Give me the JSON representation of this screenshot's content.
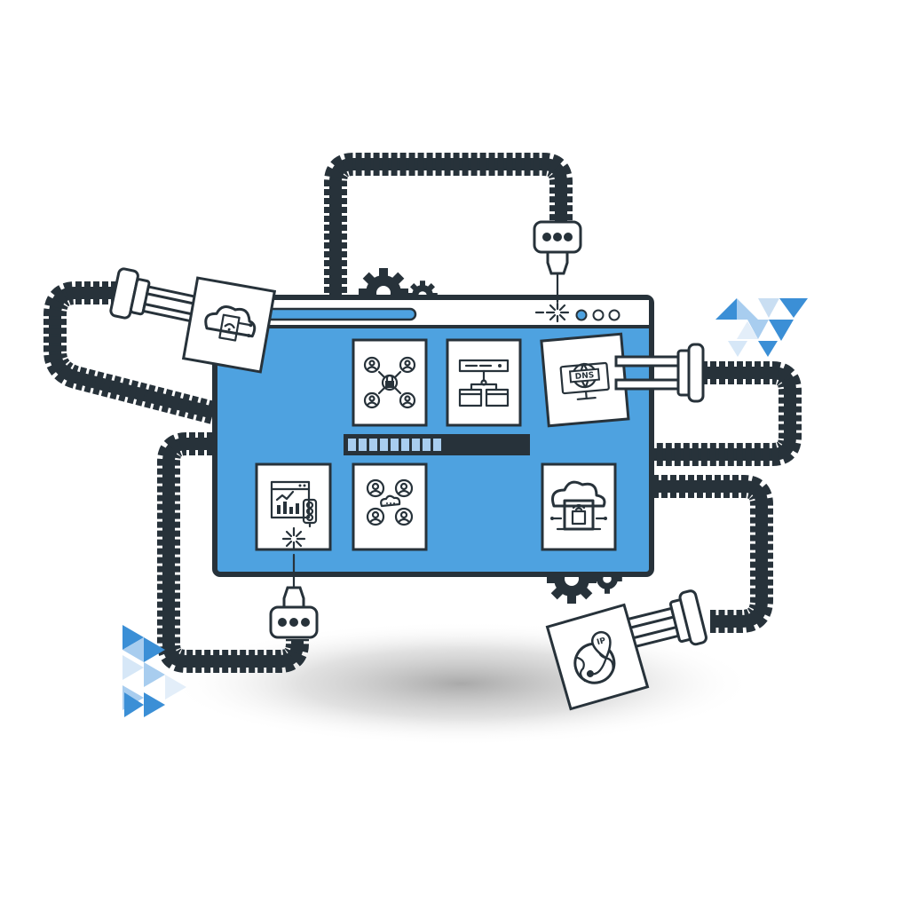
{
  "colors": {
    "outline": "#27323a",
    "screen": "#4ea2e0",
    "accent": "#3b8fd6",
    "accent_light": "#a8cdef",
    "shadow": "#cfcfcf"
  },
  "window": {
    "controls": [
      "dot-active",
      "dot",
      "dot"
    ],
    "progress_fraction": 0.55
  },
  "tiles": [
    {
      "icon": "network-security-icon"
    },
    {
      "icon": "server-hierarchy-icon"
    },
    {
      "icon": "analytics-traffic-light-icon"
    },
    {
      "icon": "cloud-users-icon"
    },
    {
      "icon": "cloud-hosting-icon"
    }
  ],
  "cards": {
    "dns_label": "DNS",
    "ip_label": "IP"
  }
}
